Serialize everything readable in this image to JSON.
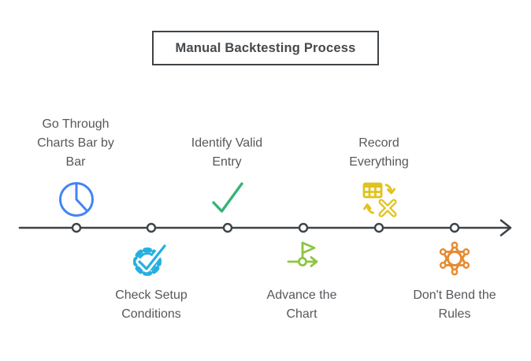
{
  "title": "Manual Backtesting Process",
  "colors": {
    "timeline": "#3e4347",
    "label_text": "#55585b",
    "background": "#ffffff",
    "step1_blue": "#4285f4",
    "step2_cyan": "#25afdf",
    "step3_green": "#35b475",
    "step4_lime": "#8ec63f",
    "step5_yellow": "#e2c21d",
    "step6_orange": "#e78a2e"
  },
  "steps": [
    {
      "label": "Go Through\nCharts Bar by\nBar",
      "icon": "clock",
      "position": "above",
      "color": "#4285f4"
    },
    {
      "label": "Check Setup\nConditions",
      "icon": "gear-check",
      "position": "below",
      "color": "#25afdf"
    },
    {
      "label": "Identify Valid\nEntry",
      "icon": "checkmark",
      "position": "above",
      "color": "#35b475"
    },
    {
      "label": "Advance the\nChart",
      "icon": "flag-advance",
      "position": "below",
      "color": "#8ec63f"
    },
    {
      "label": "Record\nEverything",
      "icon": "excel-sync",
      "position": "above",
      "color": "#e2c21d"
    },
    {
      "label": "Don't Bend the\nRules",
      "icon": "shield-badge",
      "position": "below",
      "color": "#e78a2e"
    }
  ]
}
